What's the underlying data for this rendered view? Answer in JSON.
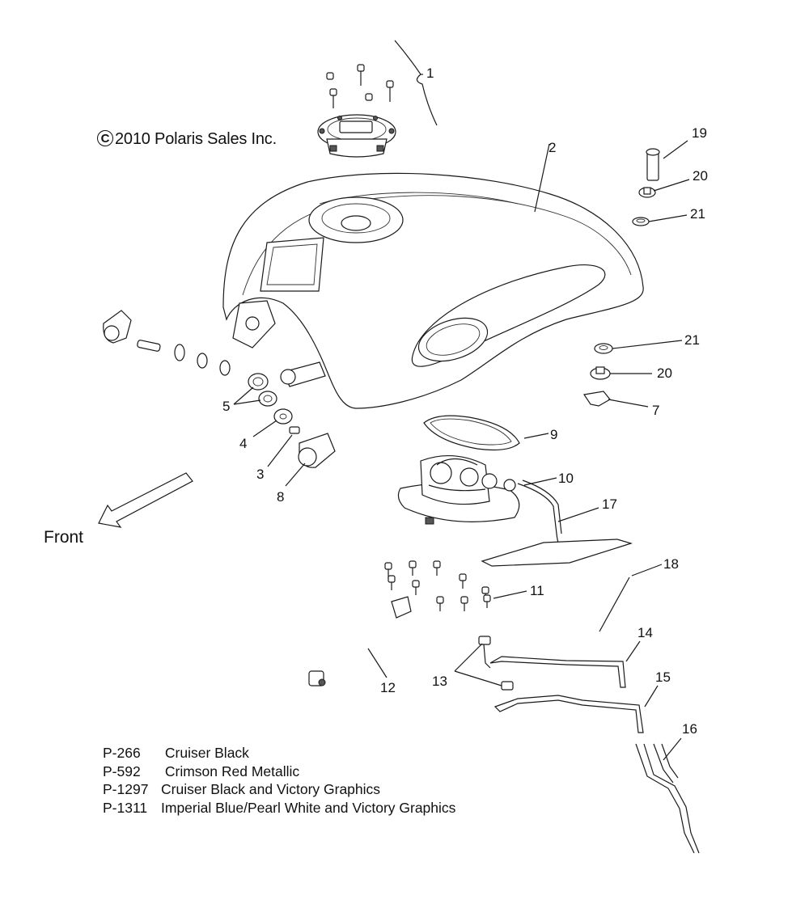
{
  "copyright": {
    "symbol": "C",
    "text": "2010 Polaris Sales Inc."
  },
  "front_label": "Front",
  "callouts": [
    "1",
    "2",
    "3",
    "4",
    "5",
    "7",
    "8",
    "9",
    "10",
    "11",
    "12",
    "13",
    "14",
    "15",
    "16",
    "17",
    "18",
    "19",
    "20",
    "20",
    "21",
    "21"
  ],
  "legend": [
    {
      "code": "P-266",
      "name": "Cruiser Black"
    },
    {
      "code": "P-592",
      "name": "Crimson Red Metallic"
    },
    {
      "code": "P-1297",
      "name": "Cruiser Black and Victory Graphics"
    },
    {
      "code": "P-1311",
      "name": "Imperial Blue/Pearl White and Victory Graphics"
    }
  ]
}
